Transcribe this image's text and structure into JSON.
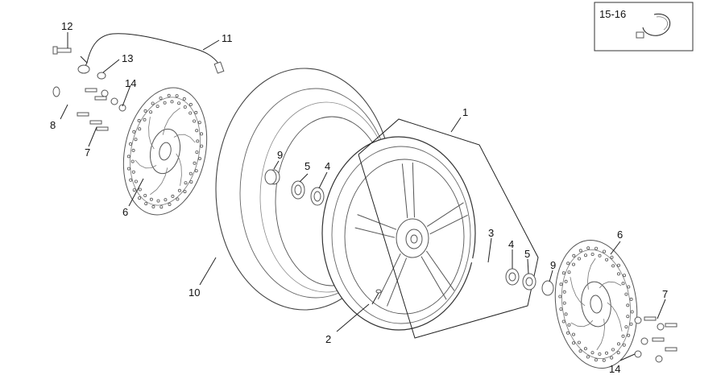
{
  "inset": {
    "label": "15-16"
  },
  "callouts": [
    {
      "id": "12",
      "text": "12"
    },
    {
      "id": "11",
      "text": "11"
    },
    {
      "id": "13",
      "text": "13"
    },
    {
      "id": "14a",
      "text": "14"
    },
    {
      "id": "8",
      "text": "8"
    },
    {
      "id": "7a",
      "text": "7"
    },
    {
      "id": "6a",
      "text": "6"
    },
    {
      "id": "9a",
      "text": "9"
    },
    {
      "id": "5a",
      "text": "5"
    },
    {
      "id": "4a",
      "text": "4"
    },
    {
      "id": "1",
      "text": "1"
    },
    {
      "id": "10",
      "text": "10"
    },
    {
      "id": "3",
      "text": "3"
    },
    {
      "id": "4b",
      "text": "4"
    },
    {
      "id": "5b",
      "text": "5"
    },
    {
      "id": "9b",
      "text": "9"
    },
    {
      "id": "6b",
      "text": "6"
    },
    {
      "id": "7b",
      "text": "7"
    },
    {
      "id": "2",
      "text": "2"
    },
    {
      "id": "14b",
      "text": "14"
    }
  ]
}
